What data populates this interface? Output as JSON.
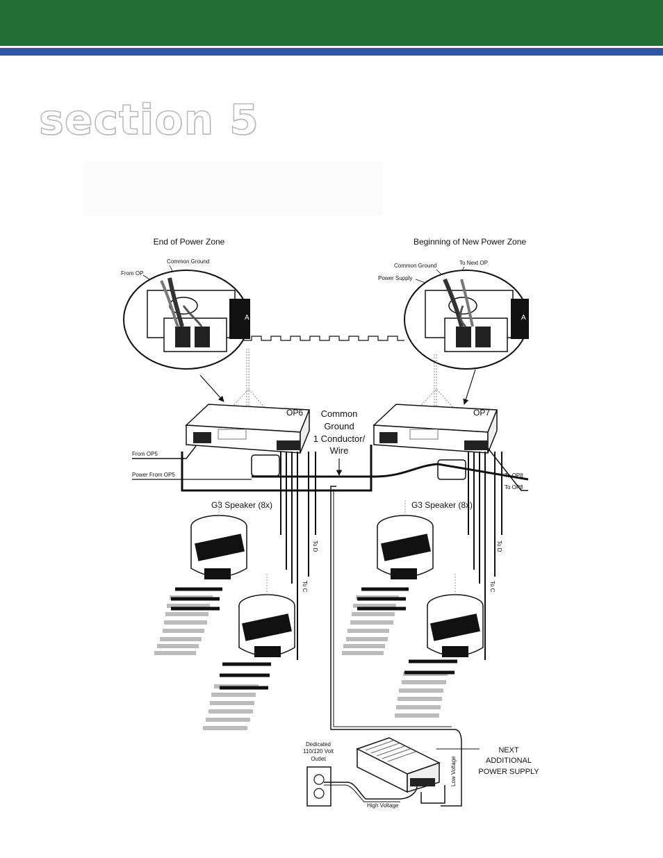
{
  "header": {
    "band_color": "#236d36",
    "rule_color": "#2e56a6",
    "section_title": "section 5"
  },
  "diagram": {
    "end_zone_title": "End of Power Zone",
    "begin_zone_title": "Beginning of New Power Zone",
    "callouts_left": {
      "common_ground": "Common Ground",
      "from_op": "From OP"
    },
    "callouts_right": {
      "common_ground": "Common Ground",
      "to_next_op": "To Next OP",
      "power_supply": "Power Supply"
    },
    "op_left": "OP6",
    "op_right": "OP7",
    "common_ground_lines": [
      "Common",
      "Ground",
      "1 Conductor/",
      "Wire"
    ],
    "from_op5": "From OP5",
    "power_from_op5": "Power From OP5",
    "to_op8_a": "To OP8",
    "to_op8_b": "To OP8",
    "speaker_left": "G3 Speaker (8x)",
    "speaker_right": "G3 Speaker (8x)",
    "to_d_left": "To D",
    "to_c_left": "To C",
    "to_d_right": "To D",
    "to_c_right": "To C",
    "outlet_lines": [
      "Dedicated",
      "110/120 Volt",
      "Outlet"
    ],
    "next_supply_lines": [
      "NEXT",
      "ADDITIONAL",
      "POWER SUPPLY"
    ],
    "low_voltage": "Low Voltage",
    "high_voltage": "High Voltage"
  }
}
